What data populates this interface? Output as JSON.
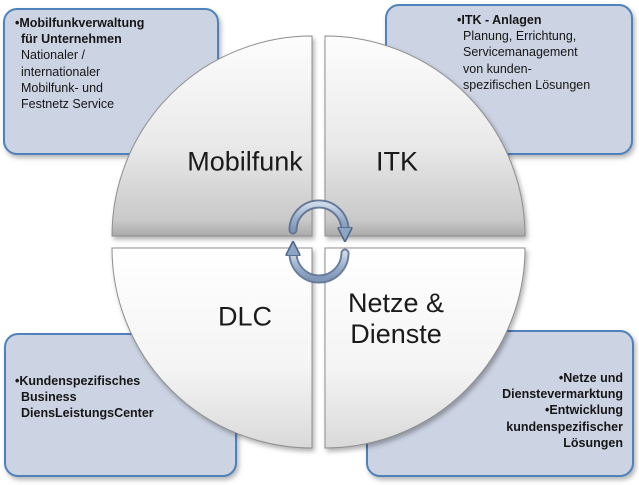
{
  "diagram": {
    "type": "cycle-matrix",
    "quadrants": {
      "top_left": {
        "label": "Mobilfunk"
      },
      "top_right": {
        "label": "ITK"
      },
      "bottom_left": {
        "label": "DLC"
      },
      "bottom_right": {
        "label_lines": [
          "Netze &",
          "Dienste"
        ]
      }
    },
    "center_icon": "cycle-rotation-arrows",
    "callouts": {
      "top_left": {
        "lines": [
          {
            "text": "•Mobilfunkverwaltung",
            "bold": true
          },
          {
            "text": "für Unternehmen",
            "bold": true
          },
          {
            "text": "Nationaler /",
            "bold": false
          },
          {
            "text": "internationaler",
            "bold": false
          },
          {
            "text": "Mobilfunk- und",
            "bold": false
          },
          {
            "text": "Festnetz Service",
            "bold": false
          }
        ]
      },
      "top_right": {
        "lines": [
          {
            "text": "•ITK - Anlagen",
            "bold": true
          },
          {
            "text": "Planung, Errichtung,",
            "bold": false
          },
          {
            "text": "Servicemanagement",
            "bold": false
          },
          {
            "text": "von kunden-",
            "bold": false
          },
          {
            "text": "spezifischen Lösungen",
            "bold": false
          }
        ]
      },
      "bottom_left": {
        "lines": [
          {
            "text": "•Kundenspezifisches",
            "bold": true
          },
          {
            "text": "Business",
            "bold": true
          },
          {
            "text": "DiensLeistungsCenter",
            "bold": true
          }
        ]
      },
      "bottom_right": {
        "lines": [
          {
            "text": "•Netze und",
            "bold": true
          },
          {
            "text": "Dienstevermarktung",
            "bold": true
          },
          {
            "text": "•Entwicklung",
            "bold": true
          },
          {
            "text": "kundenspezifischer",
            "bold": true
          },
          {
            "text": "Lösungen",
            "bold": true
          }
        ]
      }
    },
    "colors": {
      "background": "#ffffff",
      "callout_fill": "#ccd3e3",
      "callout_border": "#4f81bb",
      "quadrant_light": "#fcfcfc",
      "quadrant_dark": "#b5b5b5",
      "quadrant_stroke": "#8f8f8f",
      "arrow_steel_blue": "#8ca5c4",
      "arrow_outline": "#5a6e8e",
      "label_text": "#1a1a1a"
    }
  }
}
